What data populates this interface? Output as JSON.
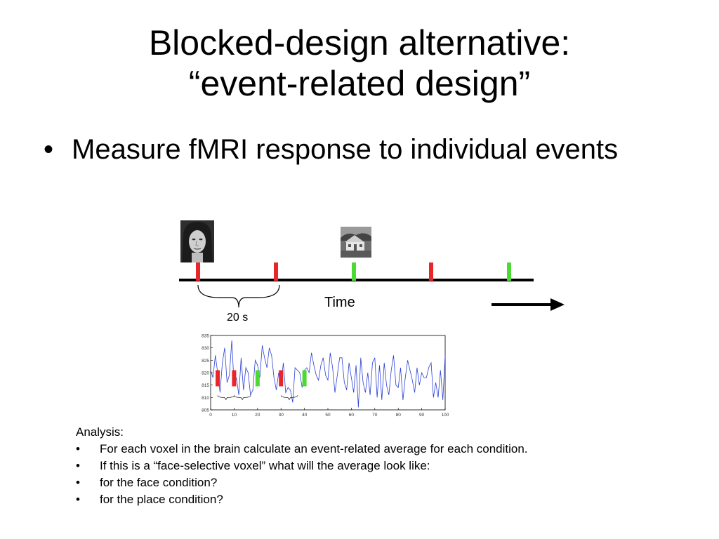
{
  "slide": {
    "title_line1": "Blocked-design alternative:",
    "title_line2": "“event-related design”",
    "bullet_symbol": "•",
    "bullet_text": "Measure fMRI response to individual events"
  },
  "diagram": {
    "time_label": "Time",
    "interval_label": "20 s",
    "events": [
      "face",
      "face",
      "place",
      "face",
      "place"
    ],
    "colors": {
      "face": "#e8262a",
      "place": "#4cd934",
      "signal": "#2b3fd6"
    }
  },
  "chart_data": {
    "type": "line",
    "x_ticks": [
      "0",
      "10",
      "20",
      "30",
      "40",
      "50",
      "60",
      "70",
      "80",
      "90",
      "100"
    ],
    "y_ticks": [
      "835",
      "830",
      "825",
      "820",
      "815",
      "810",
      "805"
    ],
    "xlim": [
      0,
      100
    ],
    "ylim": [
      805,
      835
    ],
    "grid": false,
    "x": [
      0,
      1,
      2,
      3,
      4,
      5,
      6,
      7,
      8,
      9,
      10,
      11,
      12,
      13,
      14,
      15,
      16,
      17,
      18,
      19,
      20,
      21,
      22,
      23,
      24,
      25,
      26,
      27,
      28,
      29,
      30,
      31,
      32,
      33,
      34,
      35,
      36,
      37,
      38,
      39,
      40,
      41,
      42,
      43,
      44,
      45,
      46,
      47,
      48,
      49,
      50,
      51,
      52,
      53,
      54,
      55,
      56,
      57,
      58,
      59,
      60,
      61,
      62,
      63,
      64,
      65,
      66,
      67,
      68,
      69,
      70,
      71,
      72,
      73,
      74,
      75,
      76,
      77,
      78,
      79,
      80,
      81,
      82,
      83,
      84,
      85,
      86,
      87,
      88,
      89,
      90,
      91,
      92,
      93,
      94,
      95,
      96,
      97,
      98,
      99,
      100
    ],
    "y": [
      821,
      818,
      827,
      820,
      812,
      824,
      830,
      816,
      819,
      833,
      815,
      818,
      811,
      826,
      813,
      822,
      820,
      811,
      813,
      825,
      823,
      818,
      831,
      826,
      822,
      830,
      827,
      818,
      813,
      820,
      815,
      824,
      812,
      814,
      813,
      808,
      822,
      821,
      820,
      814,
      821,
      822,
      820,
      828,
      823,
      819,
      817,
      823,
      826,
      819,
      817,
      828,
      822,
      812,
      819,
      826,
      826,
      816,
      813,
      824,
      818,
      812,
      823,
      806,
      826,
      816,
      812,
      820,
      811,
      824,
      826,
      810,
      823,
      809,
      824,
      815,
      811,
      821,
      827,
      815,
      814,
      822,
      809,
      818,
      825,
      821,
      817,
      812,
      822,
      815,
      820,
      818,
      818,
      822,
      824,
      810,
      816,
      810,
      821,
      809,
      827
    ],
    "events": [
      {
        "x": 3,
        "condition": "face"
      },
      {
        "x": 10,
        "condition": "face"
      },
      {
        "x": 20,
        "condition": "place"
      },
      {
        "x": 30,
        "condition": "face"
      },
      {
        "x": 40,
        "condition": "place"
      }
    ]
  },
  "analysis": {
    "heading": "Analysis:",
    "bullet_symbol": "•",
    "items": [
      "For each voxel in the brain calculate an event-related average for each condition.",
      "If this is a “face-selective voxel” what will the average look like:",
      "for the face condition?",
      "for the place condition?"
    ]
  }
}
